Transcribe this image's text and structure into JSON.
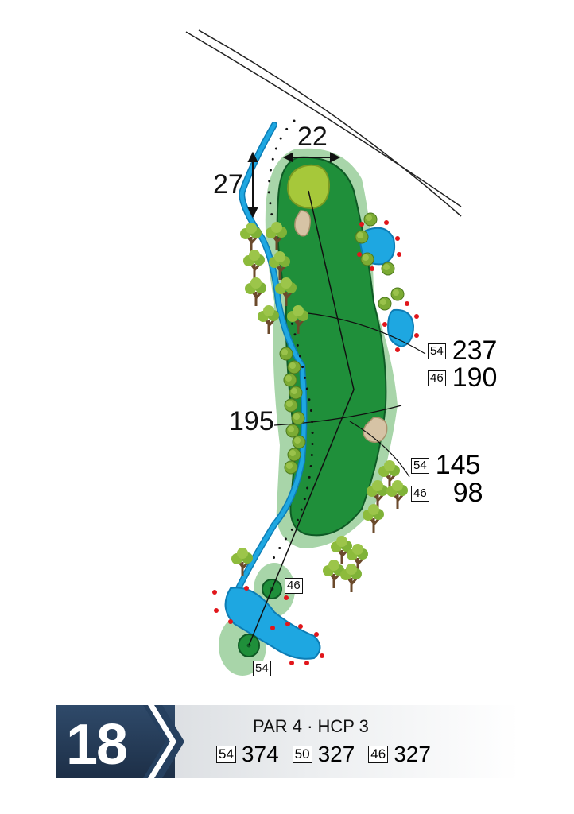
{
  "colors": {
    "rough": "#a8d5a9",
    "fairway": "#1f8f3a",
    "fairway_dark": "#0f5a25",
    "green": "#a6c83a",
    "water": "#1ea7e1",
    "bunker": "#d6c3a5",
    "hazard_stake": "#e1161b",
    "badge": "#26405f"
  },
  "icons": [
    "tree-icon",
    "bush-icon",
    "hazard-stake-icon",
    "tee-box-icon",
    "direction-arrow-icon"
  ],
  "measurements": {
    "green_width": "22",
    "green_depth": "27",
    "carry_195": "195"
  },
  "distances": {
    "far": [
      {
        "tee": "54",
        "yards": "237"
      },
      {
        "tee": "46",
        "yards": "190"
      }
    ],
    "near": [
      {
        "tee": "54",
        "yards": "145"
      },
      {
        "tee": "46",
        "yards": "98"
      }
    ]
  },
  "tee_markers": {
    "front": "46",
    "back": "54"
  },
  "hole": {
    "number": "18",
    "par_hcp": "PAR 4 · HCP 3",
    "tees": [
      {
        "tee": "54",
        "length": "374"
      },
      {
        "tee": "50",
        "length": "327"
      },
      {
        "tee": "46",
        "length": "327"
      }
    ]
  }
}
